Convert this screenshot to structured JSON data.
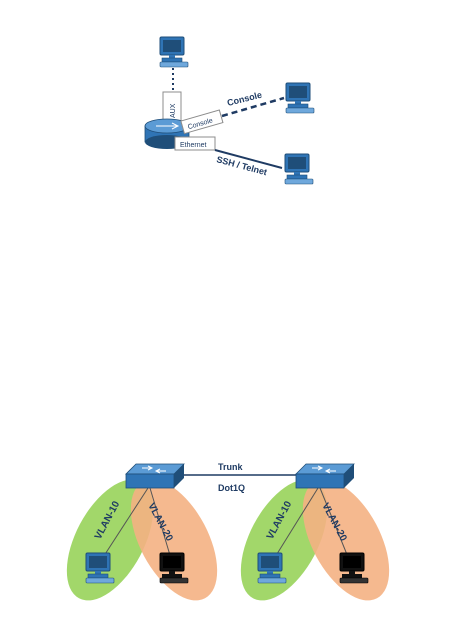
{
  "diagram1": {
    "aux_label": "AUX",
    "console_box_label": "Console",
    "ethernet_box_label": "Ethernet",
    "console_link_label": "Console",
    "ssh_link_label": "SSH / Telnet"
  },
  "diagram2": {
    "trunk_label": "Trunk",
    "dot1q_label": "Dot1Q",
    "left_vlan10_label": "VLAN-10",
    "left_vlan20_label": "VLAN-20",
    "right_vlan10_label": "VLAN-10",
    "right_vlan20_label": "VLAN-20"
  },
  "colors": {
    "device_blue": "#2f74b5",
    "device_blue_dark": "#1f4e79",
    "vlan10_green": "#92d050",
    "vlan20_orange": "#f4b183",
    "text_navy": "#1f3b63"
  }
}
